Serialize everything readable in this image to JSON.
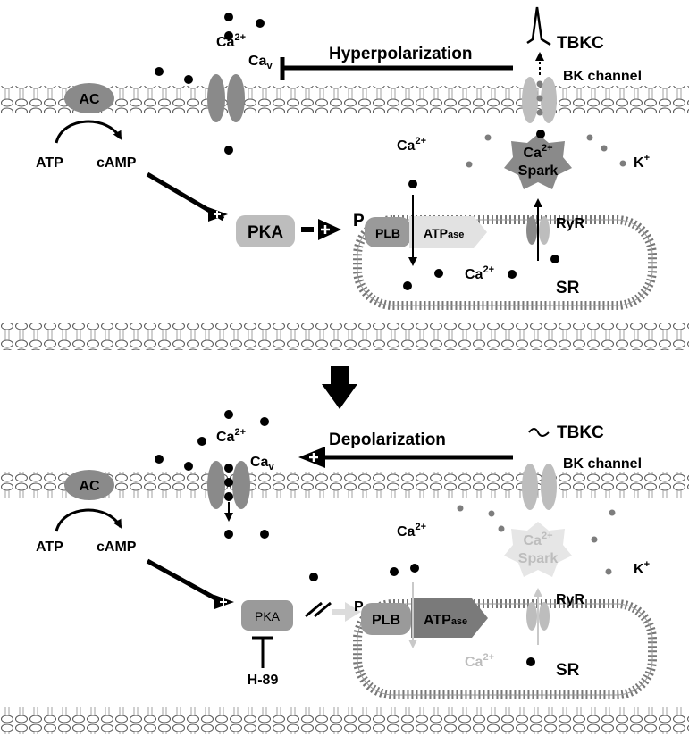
{
  "panel_top": {
    "signal_label": "Hyperpolarization",
    "tbkc_label": "TBKC",
    "bk_channel_label": "BK channel",
    "ac_label": "AC",
    "atp_label": "ATP",
    "camp_label": "cAMP",
    "pka_label": "PKA",
    "p_label": "P",
    "plb_label": "PLB",
    "atpase_main": "ATP",
    "atpase_sub": "ase",
    "ryr_label": "RyR",
    "sr_label": "SR",
    "k_label": "K",
    "k_sup": "+",
    "spark_line1": "Ca",
    "spark_sup": "2+",
    "spark_line2": "Spark",
    "ca_label": "Ca",
    "ca_sup": "2+",
    "cav_label": "Ca",
    "cav_sub": "v"
  },
  "panel_bottom": {
    "signal_label": "Depolarization",
    "tbkc_label": "TBKC",
    "bk_channel_label": "BK channel",
    "ac_label": "AC",
    "atp_label": "ATP",
    "camp_label": "cAMP",
    "pka_label": "PKA",
    "inhibitor_label": "H-89",
    "p_label": "P",
    "plb_label": "PLB",
    "atpase_main": "ATP",
    "atpase_sub": "ase",
    "ryr_label": "RyR",
    "sr_label": "SR",
    "k_label": "K",
    "k_sup": "+",
    "spark_line1": "Ca",
    "spark_sup": "2+",
    "spark_line2": "Spark",
    "ca_label": "Ca",
    "ca_sup": "2+",
    "cav_label": "Ca",
    "cav_sub": "v"
  },
  "colors": {
    "background": "#ffffff",
    "membrane": "#6e6e6e",
    "channel_dark": "#8a8a8a",
    "channel_light": "#bdbdbd",
    "faded": "#c9c9c9",
    "k_ion": "#7d7d7d",
    "ink": "#000000"
  }
}
